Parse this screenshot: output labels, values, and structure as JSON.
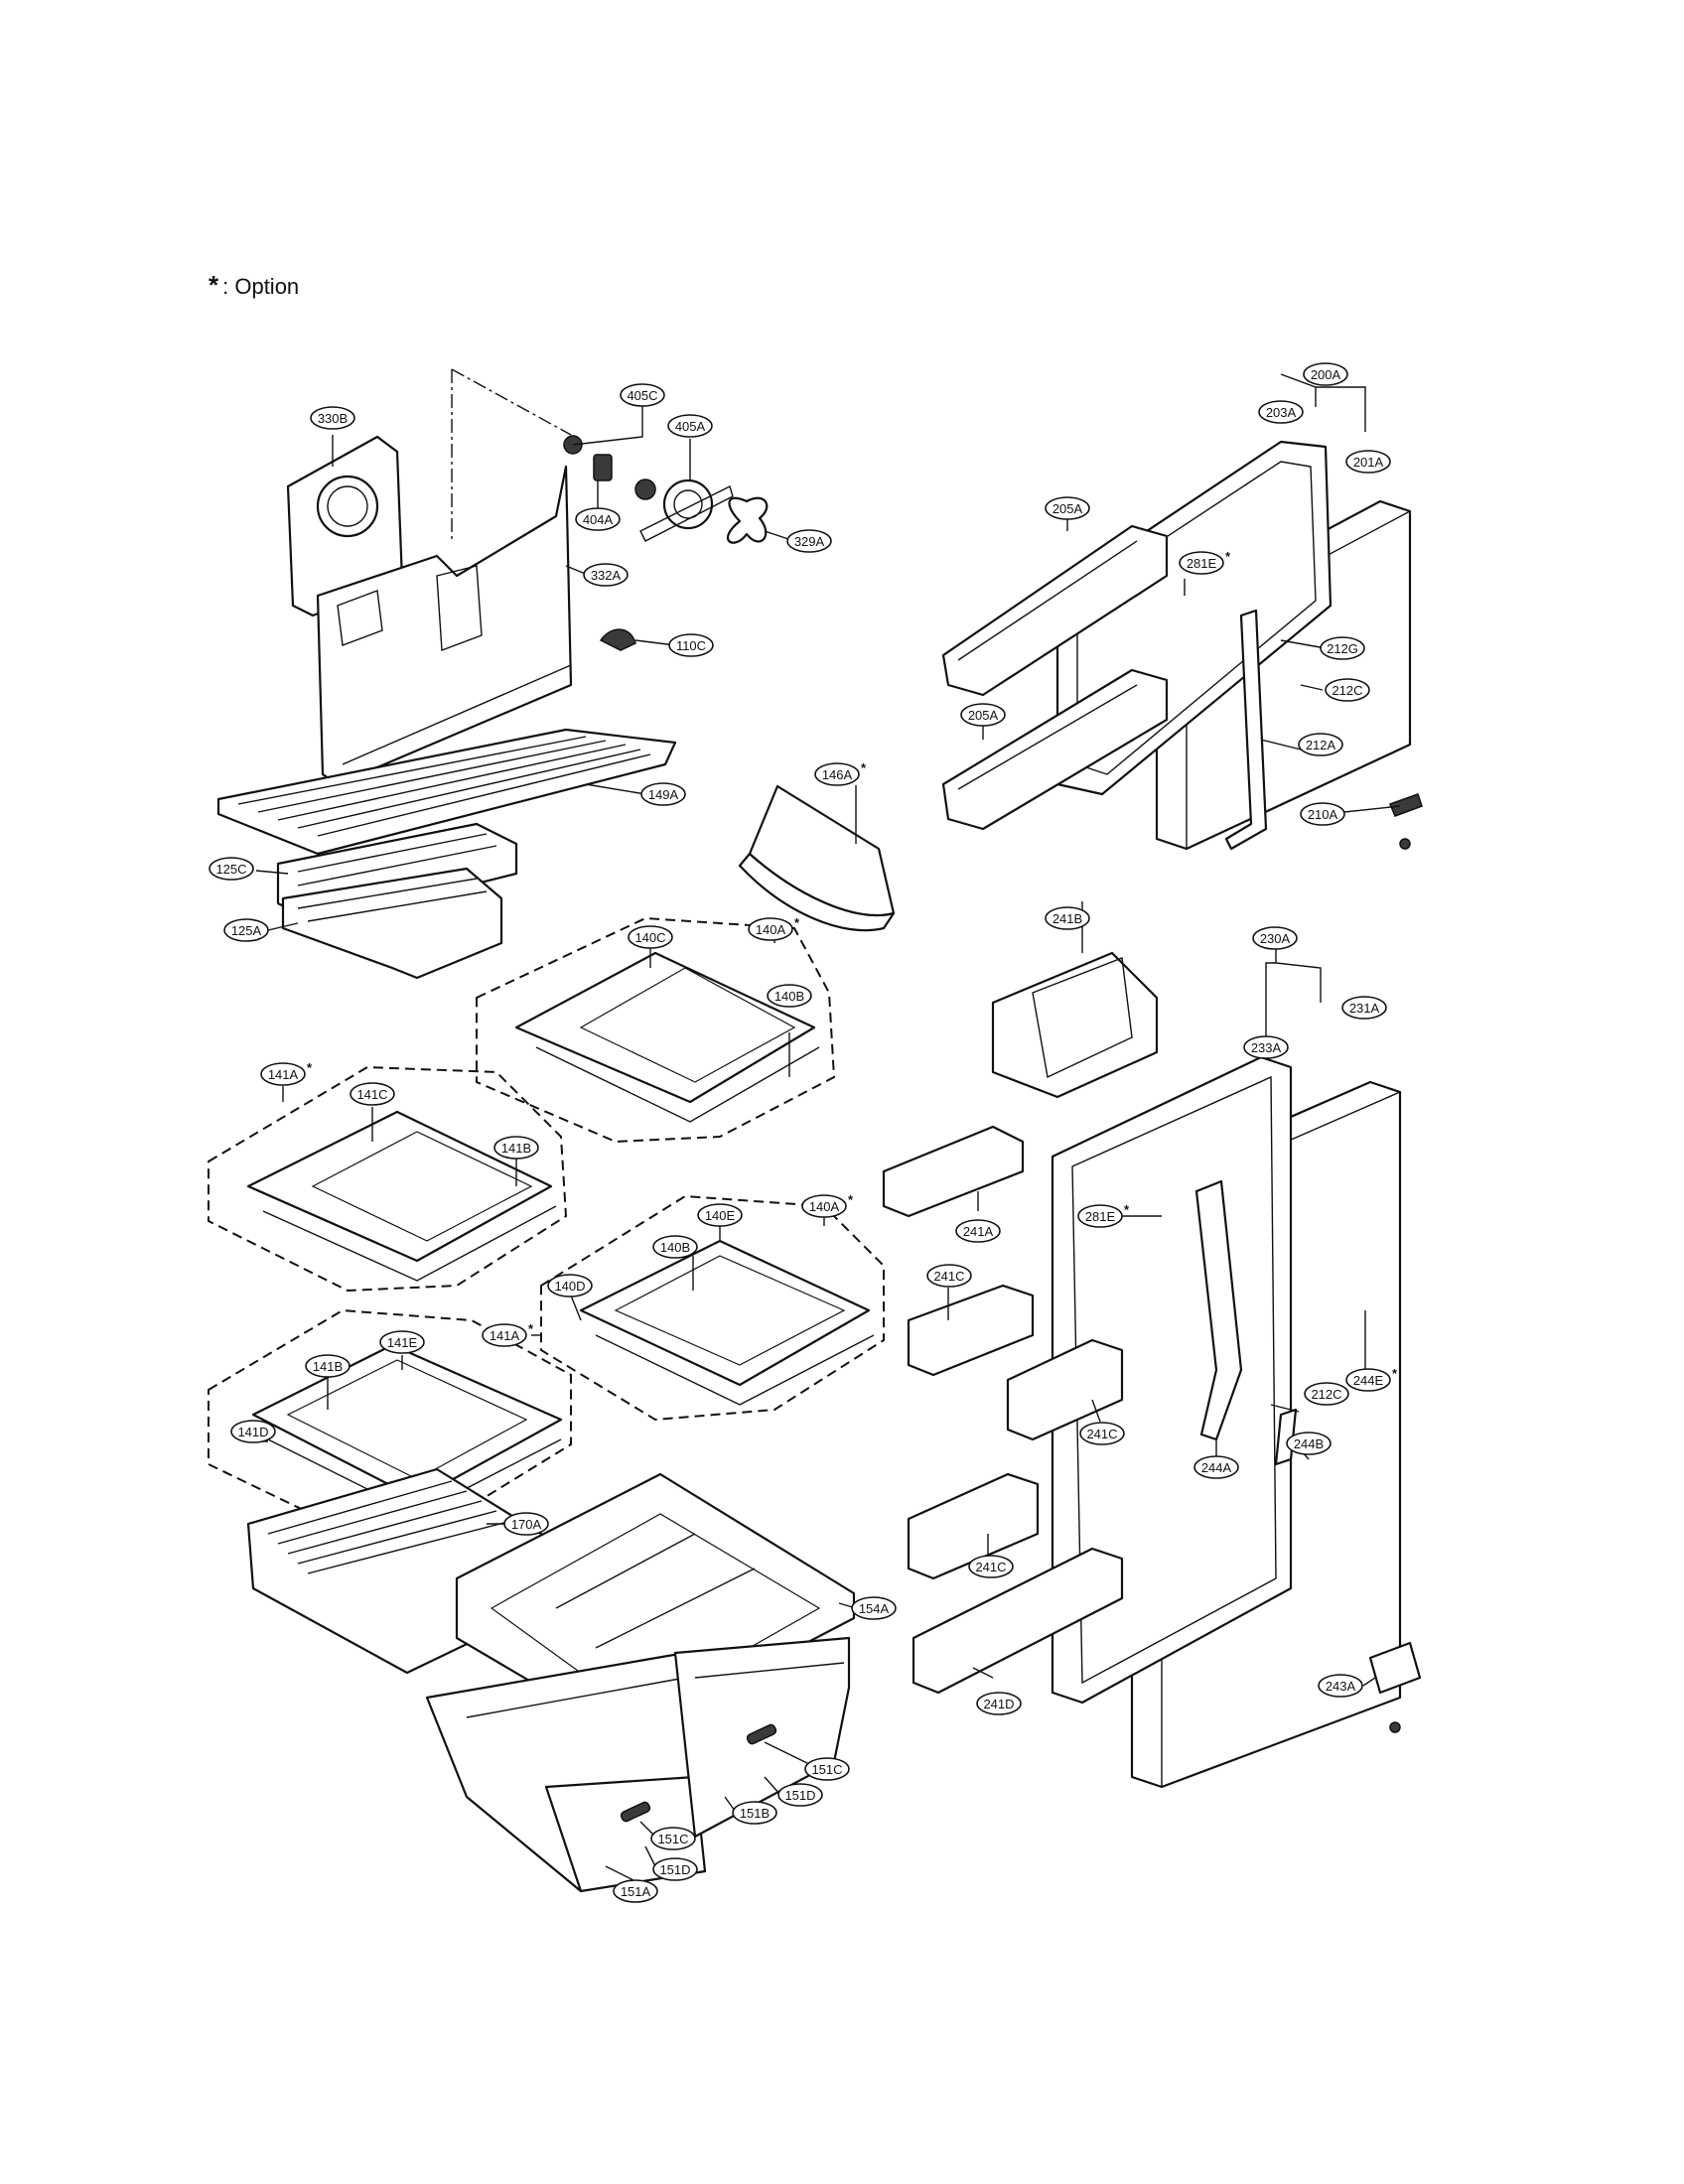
{
  "legend": {
    "symbol": "*",
    "text": ": Option"
  },
  "callouts": [
    {
      "id": "330B",
      "label": "330B",
      "option": false
    },
    {
      "id": "405C",
      "label": "405C",
      "option": false
    },
    {
      "id": "405A",
      "label": "405A",
      "option": false
    },
    {
      "id": "404A",
      "label": "404A",
      "option": false
    },
    {
      "id": "329A",
      "label": "329A",
      "option": false
    },
    {
      "id": "332A",
      "label": "332A",
      "option": false
    },
    {
      "id": "110C",
      "label": "110C",
      "option": false
    },
    {
      "id": "149A",
      "label": "149A",
      "option": false
    },
    {
      "id": "146A",
      "label": "146A",
      "option": true
    },
    {
      "id": "125C",
      "label": "125C",
      "option": false
    },
    {
      "id": "125A",
      "label": "125A",
      "option": false
    },
    {
      "id": "140C",
      "label": "140C",
      "option": false
    },
    {
      "id": "140A_top",
      "label": "140A",
      "option": true
    },
    {
      "id": "140B_top",
      "label": "140B",
      "option": false
    },
    {
      "id": "141A_left",
      "label": "141A",
      "option": true
    },
    {
      "id": "141C",
      "label": "141C",
      "option": false
    },
    {
      "id": "141B_top",
      "label": "141B",
      "option": false
    },
    {
      "id": "140E",
      "label": "140E",
      "option": false
    },
    {
      "id": "140A_mid",
      "label": "140A",
      "option": true
    },
    {
      "id": "140B_mid",
      "label": "140B",
      "option": false
    },
    {
      "id": "140D",
      "label": "140D",
      "option": false
    },
    {
      "id": "141A_mid",
      "label": "141A",
      "option": true
    },
    {
      "id": "141E",
      "label": "141E",
      "option": false
    },
    {
      "id": "141B_low",
      "label": "141B",
      "option": false
    },
    {
      "id": "141D",
      "label": "141D",
      "option": false
    },
    {
      "id": "170A",
      "label": "170A",
      "option": false
    },
    {
      "id": "154A",
      "label": "154A",
      "option": false
    },
    {
      "id": "151C_r",
      "label": "151C",
      "option": false
    },
    {
      "id": "151D_r",
      "label": "151D",
      "option": false
    },
    {
      "id": "151B",
      "label": "151B",
      "option": false
    },
    {
      "id": "151C_l",
      "label": "151C",
      "option": false
    },
    {
      "id": "151D_l",
      "label": "151D",
      "option": false
    },
    {
      "id": "151A",
      "label": "151A",
      "option": false
    },
    {
      "id": "200A",
      "label": "200A",
      "option": false
    },
    {
      "id": "203A",
      "label": "203A",
      "option": false
    },
    {
      "id": "201A",
      "label": "201A",
      "option": false
    },
    {
      "id": "205A_top",
      "label": "205A",
      "option": false
    },
    {
      "id": "281E_top",
      "label": "281E",
      "option": true
    },
    {
      "id": "212G",
      "label": "212G",
      "option": false
    },
    {
      "id": "212C_top",
      "label": "212C",
      "option": false
    },
    {
      "id": "205A_low",
      "label": "205A",
      "option": false
    },
    {
      "id": "212A",
      "label": "212A",
      "option": false
    },
    {
      "id": "210A",
      "label": "210A",
      "option": false
    },
    {
      "id": "241B",
      "label": "241B",
      "option": false
    },
    {
      "id": "230A",
      "label": "230A",
      "option": false
    },
    {
      "id": "233A",
      "label": "233A",
      "option": false
    },
    {
      "id": "231A",
      "label": "231A",
      "option": false
    },
    {
      "id": "241A",
      "label": "241A",
      "option": false
    },
    {
      "id": "281E_low",
      "label": "281E",
      "option": true
    },
    {
      "id": "241C_top",
      "label": "241C",
      "option": false
    },
    {
      "id": "244E",
      "label": "244E",
      "option": true
    },
    {
      "id": "212C_low",
      "label": "212C",
      "option": false
    },
    {
      "id": "241C_mid",
      "label": "241C",
      "option": false
    },
    {
      "id": "244B",
      "label": "244B",
      "option": false
    },
    {
      "id": "244A",
      "label": "244A",
      "option": false
    },
    {
      "id": "241C_low",
      "label": "241C",
      "option": false
    },
    {
      "id": "241D",
      "label": "241D",
      "option": false
    },
    {
      "id": "243A",
      "label": "243A",
      "option": false
    }
  ]
}
